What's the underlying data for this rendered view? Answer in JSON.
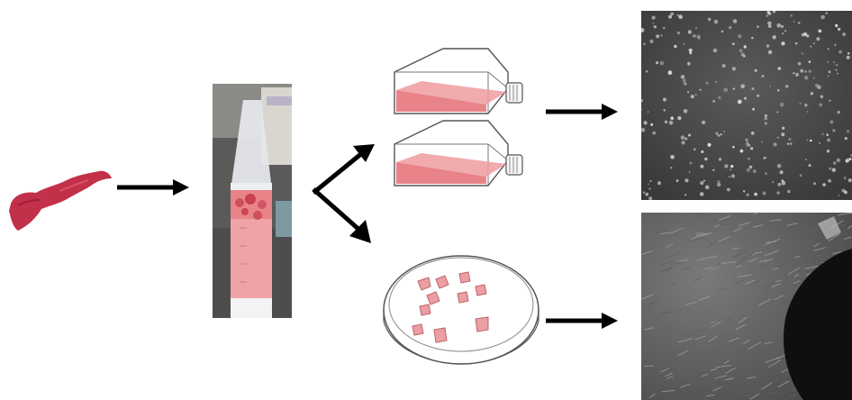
{
  "figure": {
    "panels": [
      {
        "id": "tissue",
        "icon": "tissue-sample-icon"
      },
      {
        "id": "tube",
        "icon": "centrifuge-tube-photo"
      },
      {
        "id": "flasks",
        "icon": "culture-flask-icon",
        "count": 2
      },
      {
        "id": "dish",
        "icon": "petri-dish-explants-icon",
        "fragments": 10
      },
      {
        "id": "micrograph-top",
        "icon": "micrograph-round-cells"
      },
      {
        "id": "micrograph-bottom",
        "icon": "micrograph-spindle-cells"
      }
    ],
    "arrows": [
      {
        "id": "tissue-to-tube",
        "icon": "arrow-right-icon"
      },
      {
        "id": "branch-up",
        "icon": "arrow-up-right-icon"
      },
      {
        "id": "branch-down",
        "icon": "arrow-down-right-icon"
      },
      {
        "id": "flasks-to-micrograph",
        "icon": "arrow-right-icon"
      },
      {
        "id": "dish-to-micrograph",
        "icon": "arrow-right-icon"
      }
    ],
    "colors": {
      "tissue": "#c2304a",
      "medium": "#e8838a",
      "arrow": "#000000",
      "micrograph_bg": "#4a4a4a",
      "micrograph_bg_2": "#6d6d6d"
    }
  }
}
